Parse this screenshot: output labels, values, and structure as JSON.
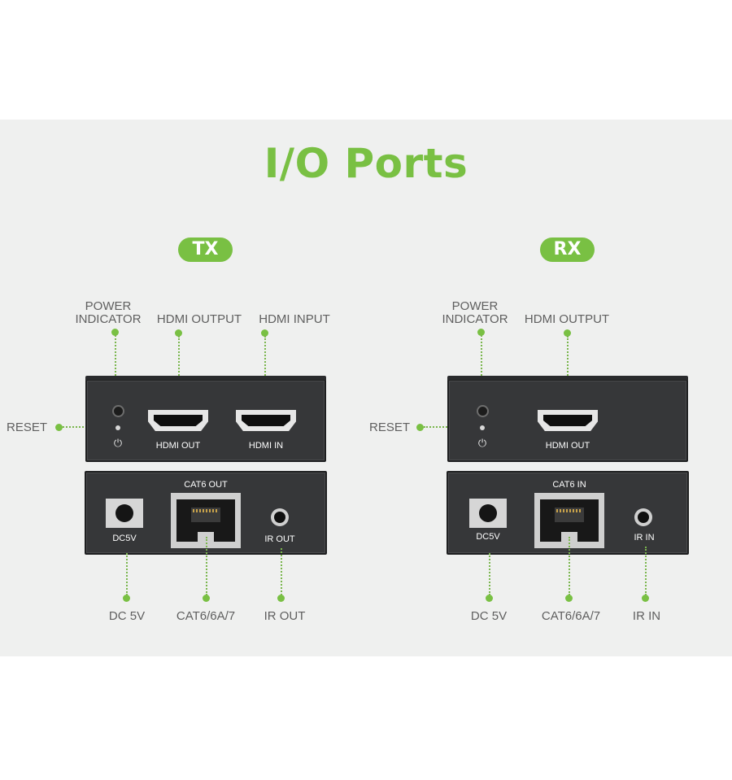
{
  "title": "I/O Ports",
  "colors": {
    "accent": "#79c043",
    "panel_bg": "#eff0ef",
    "device_body": "#363739",
    "label_text": "#5f5f5f"
  },
  "tx": {
    "badge": "TX",
    "callouts": {
      "power_indicator": "POWER\nINDICATOR",
      "hdmi_output": "HDMI OUTPUT",
      "hdmi_input": "HDMI INPUT",
      "reset": "RESET",
      "dc": "DC 5V",
      "cat": "CAT6/6A/7",
      "ir": "IR OUT"
    },
    "front_labels": {
      "hdmi_out": "HDMI OUT",
      "hdmi_in": "HDMI IN"
    },
    "back_labels": {
      "dc": "DC5V",
      "cat": "CAT6 OUT",
      "ir": "IR OUT"
    }
  },
  "rx": {
    "badge": "RX",
    "callouts": {
      "power_indicator": "POWER\nINDICATOR",
      "hdmi_output": "HDMI OUTPUT",
      "reset": "RESET",
      "dc": "DC 5V",
      "cat": "CAT6/6A/7",
      "ir": "IR IN"
    },
    "front_labels": {
      "hdmi_out": "HDMI OUT"
    },
    "back_labels": {
      "dc": "DC5V",
      "cat": "CAT6 IN",
      "ir": "IR IN"
    }
  },
  "icons": [
    "power-icon",
    "hdmi-port-icon",
    "rj45-port-icon",
    "dc-jack-icon",
    "audio-jack-icon"
  ]
}
